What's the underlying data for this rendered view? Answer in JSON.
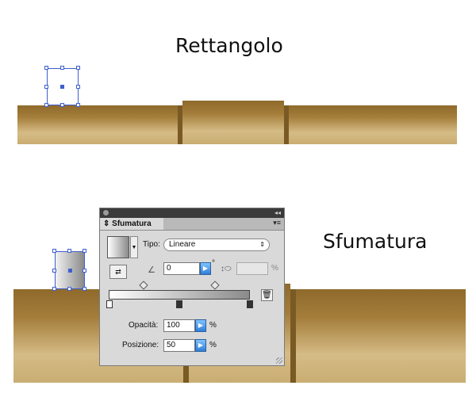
{
  "captions": {
    "top": "Rettangolo",
    "side": "Sfumatura"
  },
  "panel": {
    "tab_title": "Sfumatura",
    "tab_icon": "double-arrow-icon",
    "collapse_glyph": "◂◂",
    "menu_glyph": "▾≡",
    "type_label": "Tipo:",
    "type_value": "Lineare",
    "angle_value": "0",
    "angle_unit": "°",
    "aspect_value": "",
    "aspect_unit": "%",
    "opacity_label": "Opacità:",
    "opacity_value": "100",
    "opacity_unit": "%",
    "position_label": "Posizione:",
    "position_value": "50",
    "position_unit": "%",
    "gradient_colors": [
      "#ffffff",
      "#8a8a8a"
    ]
  },
  "colors": {
    "selection": "#3f5fd0",
    "pipe_light": "#d5bb85",
    "pipe_dark": "#8e6a2c"
  }
}
